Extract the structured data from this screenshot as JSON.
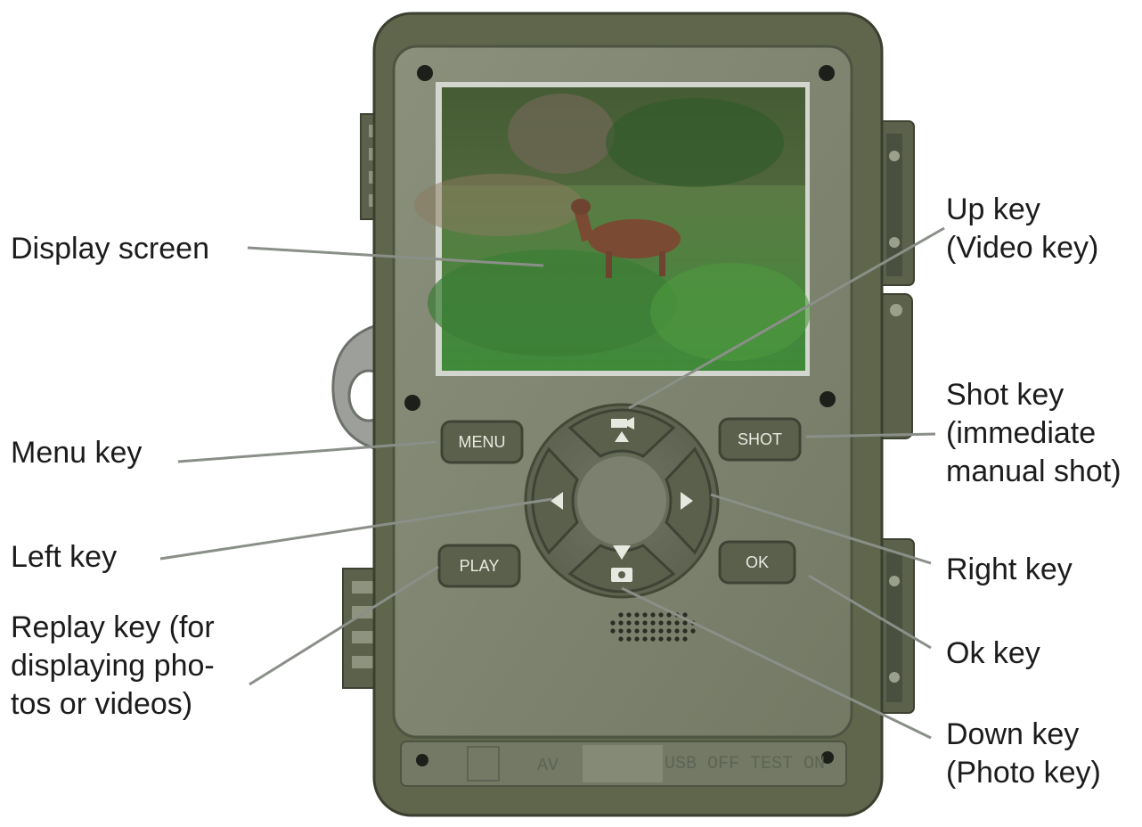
{
  "labels": {
    "display": "Display screen",
    "up": [
      "Up key",
      "(Video key)"
    ],
    "menu": "Menu key",
    "shot": [
      "Shot key",
      "(immediate",
      "manual shot)"
    ],
    "left": "Left key",
    "right": "Right key",
    "replay": [
      "Replay key (for",
      "displaying pho-",
      "tos or videos)"
    ],
    "ok": "Ok key",
    "down": [
      "Down key",
      "(Photo key)"
    ]
  },
  "buttons": {
    "menu": "MENU",
    "shot": "SHOT",
    "play": "PLAY",
    "ok": "OK"
  },
  "ports": {
    "av": "AV",
    "usb": "USB OFF TEST ON"
  },
  "colors": {
    "body": "#62694f",
    "panel": "#7f8572",
    "screen_frame": "#cfd1cc",
    "callout": "#8a8f88"
  }
}
